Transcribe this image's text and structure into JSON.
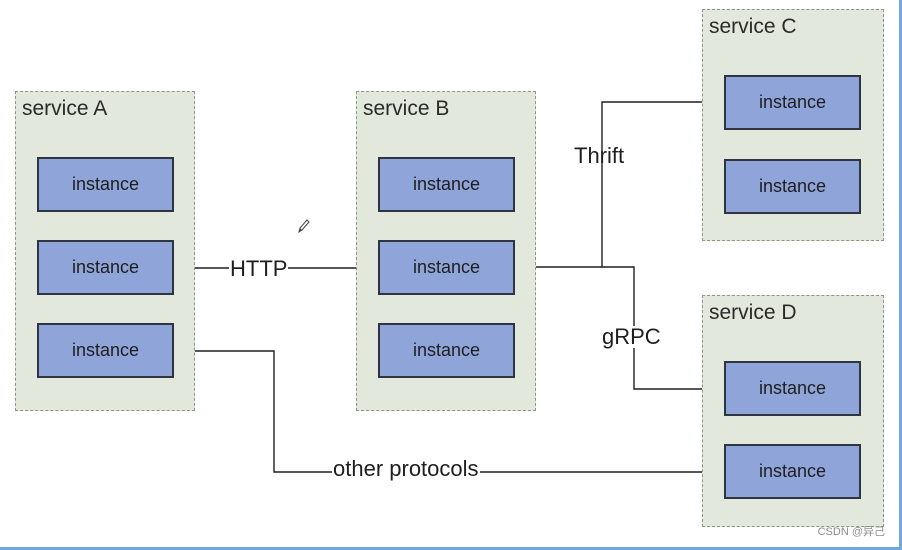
{
  "services": {
    "a": {
      "title": "service A",
      "instances": [
        "instance",
        "instance",
        "instance"
      ]
    },
    "b": {
      "title": "service B",
      "instances": [
        "instance",
        "instance",
        "instance"
      ]
    },
    "c": {
      "title": "service C",
      "instances": [
        "instance",
        "instance"
      ]
    },
    "d": {
      "title": "service D",
      "instances": [
        "instance",
        "instance"
      ]
    }
  },
  "connections": {
    "http": "HTTP",
    "thrift": "Thrift",
    "grpc": "gRPC",
    "other": "other protocols"
  },
  "watermark": "CSDN @异己",
  "icons": {
    "cursor": "pencil-icon"
  },
  "colors": {
    "service_bg": "#e3e8dc",
    "service_border": "#8a9a82",
    "instance_fill": "#8fa4d8",
    "instance_border": "#2e3440",
    "line": "#1e1e1e"
  }
}
